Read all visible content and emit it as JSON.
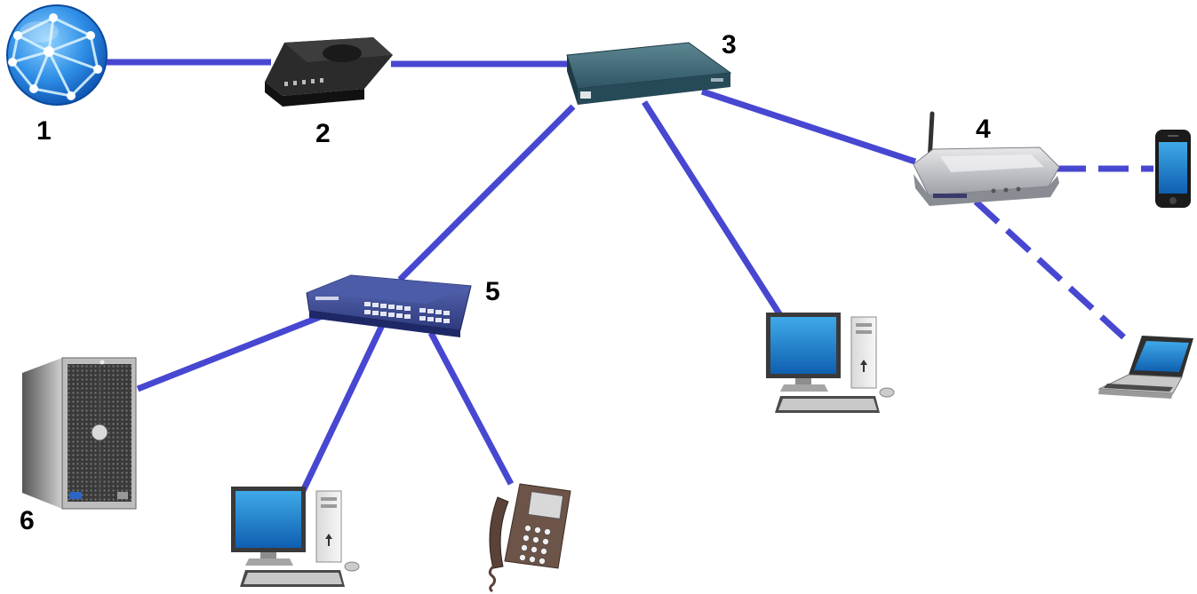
{
  "colors": {
    "link": "#4747d1",
    "background": "#ffffff"
  },
  "nodes": [
    {
      "id": "internet",
      "icon": "globe-icon",
      "label": "1"
    },
    {
      "id": "modem",
      "icon": "modem-icon",
      "label": "2"
    },
    {
      "id": "router",
      "icon": "router-icon",
      "label": "3"
    },
    {
      "id": "wireless-ap",
      "icon": "wireless-router-icon",
      "label": "4"
    },
    {
      "id": "switch",
      "icon": "network-switch-icon",
      "label": "5"
    },
    {
      "id": "server",
      "icon": "tower-server-icon",
      "label": "6"
    },
    {
      "id": "desktop-right",
      "icon": "desktop-computer-icon",
      "label": ""
    },
    {
      "id": "desktop-bottom",
      "icon": "desktop-computer-icon",
      "label": ""
    },
    {
      "id": "ip-phone",
      "icon": "desk-phone-icon",
      "label": ""
    },
    {
      "id": "smartphone",
      "icon": "smartphone-icon",
      "label": ""
    },
    {
      "id": "laptop",
      "icon": "laptop-icon",
      "label": ""
    }
  ],
  "links": [
    {
      "from": "internet",
      "to": "modem",
      "style": "solid"
    },
    {
      "from": "modem",
      "to": "router",
      "style": "solid"
    },
    {
      "from": "router",
      "to": "wireless-ap",
      "style": "solid"
    },
    {
      "from": "router",
      "to": "switch",
      "style": "solid"
    },
    {
      "from": "router",
      "to": "desktop-right",
      "style": "solid"
    },
    {
      "from": "wireless-ap",
      "to": "smartphone",
      "style": "dashed"
    },
    {
      "from": "wireless-ap",
      "to": "laptop",
      "style": "dashed"
    },
    {
      "from": "switch",
      "to": "server",
      "style": "solid"
    },
    {
      "from": "switch",
      "to": "desktop-bottom",
      "style": "solid"
    },
    {
      "from": "switch",
      "to": "ip-phone",
      "style": "solid"
    }
  ]
}
